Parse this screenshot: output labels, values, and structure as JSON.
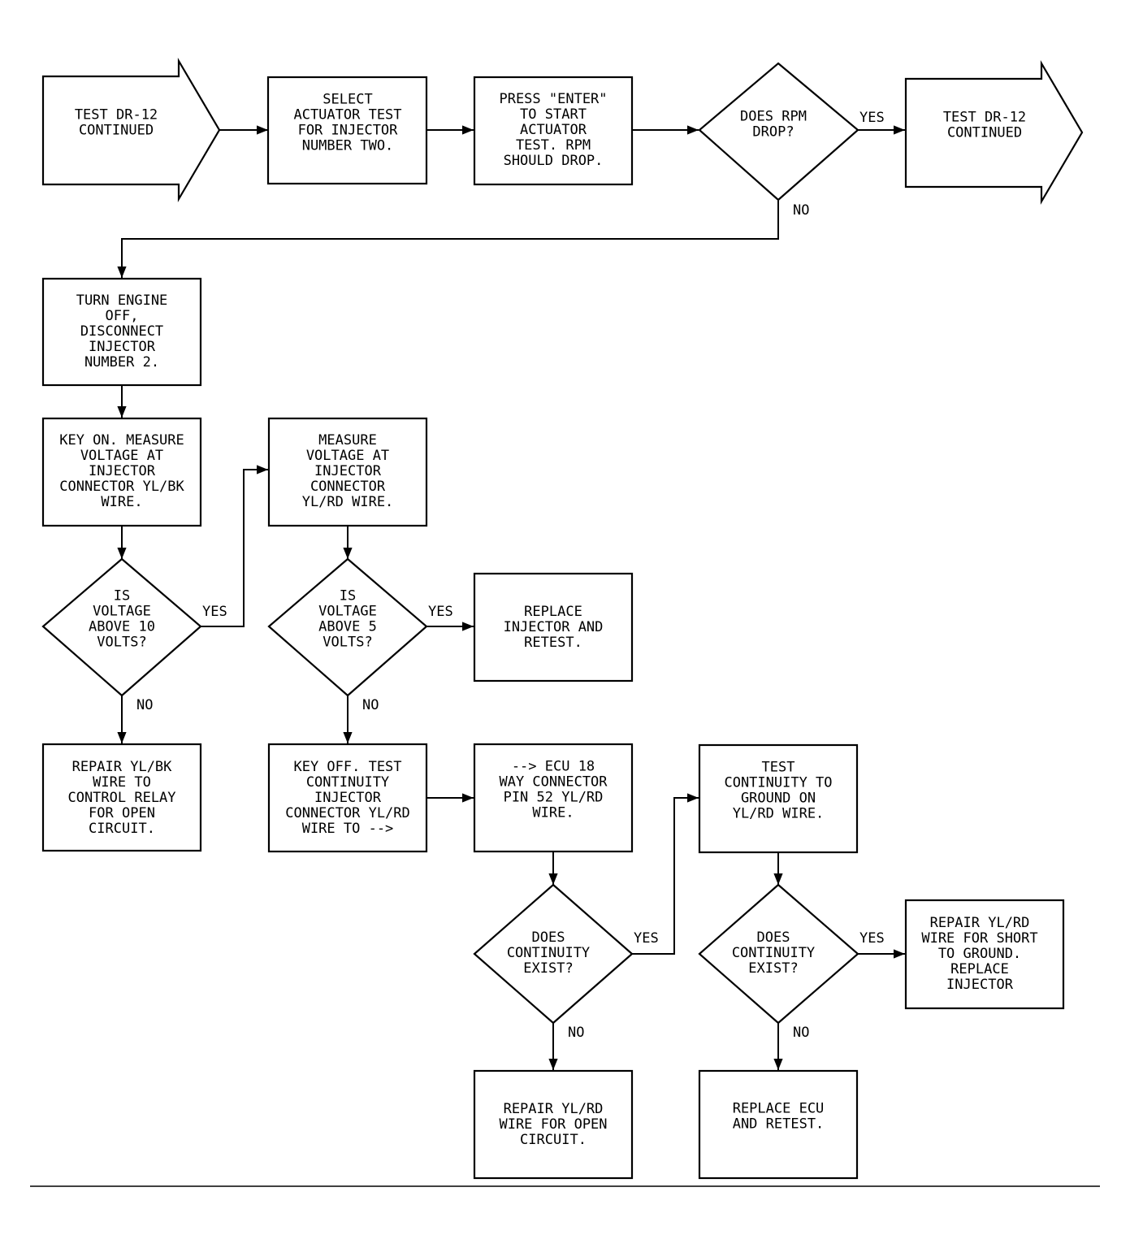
{
  "nodes": {
    "start": [
      "TEST DR-12",
      "CONTINUED"
    ],
    "select": [
      "SELECT",
      "ACTUATOR TEST",
      "FOR INJECTOR",
      "NUMBER TWO."
    ],
    "press": [
      "PRESS \"ENTER\"",
      "TO START",
      "ACTUATOR",
      "TEST. RPM",
      "SHOULD DROP."
    ],
    "rpm_drop": [
      "DOES RPM",
      "DROP?"
    ],
    "end": [
      "TEST DR-12",
      "CONTINUED"
    ],
    "turn_off": [
      "TURN ENGINE",
      "OFF,",
      "DISCONNECT",
      "INJECTOR",
      "NUMBER 2."
    ],
    "key_on": [
      "KEY ON. MEASURE",
      "VOLTAGE AT",
      "INJECTOR",
      "CONNECTOR YL/BK",
      "WIRE."
    ],
    "measure": [
      "MEASURE",
      "VOLTAGE AT",
      "INJECTOR",
      "CONNECTOR",
      "YL/RD WIRE."
    ],
    "volt10": [
      "IS",
      "VOLTAGE",
      "ABOVE 10",
      "VOLTS?"
    ],
    "volt5": [
      "IS",
      "VOLTAGE",
      "ABOVE 5",
      "VOLTS?"
    ],
    "replace_inj": [
      "REPLACE",
      "INJECTOR AND",
      "RETEST."
    ],
    "repair_bk": [
      "REPAIR YL/BK",
      "WIRE TO",
      "CONTROL RELAY",
      "FOR OPEN",
      "CIRCUIT."
    ],
    "key_off": [
      "KEY OFF. TEST",
      "CONTINUITY",
      "INJECTOR",
      "CONNECTOR YL/RD",
      "WIRE TO -->"
    ],
    "ecu": [
      "--> ECU 18",
      "WAY CONNECTOR",
      "PIN 52 YL/RD",
      "WIRE."
    ],
    "test_ground": [
      "TEST",
      "CONTINUITY TO",
      "GROUND ON",
      "YL/RD WIRE."
    ],
    "cont1": [
      "DOES",
      "CONTINUITY",
      "EXIST?"
    ],
    "cont2": [
      "DOES",
      "CONTINUITY",
      "EXIST?"
    ],
    "repair_short": [
      "REPAIR YL/RD",
      "WIRE FOR SHORT",
      "TO GROUND.",
      "REPLACE",
      "INJECTOR"
    ],
    "repair_open": [
      "REPAIR YL/RD",
      "WIRE FOR OPEN",
      "CIRCUIT."
    ],
    "replace_ecu": [
      "REPLACE ECU",
      "AND RETEST."
    ]
  },
  "edge_labels": {
    "rpm_yes": "YES",
    "rpm_no": "NO",
    "v10_yes": "YES",
    "v10_no": "NO",
    "v5_yes": "YES",
    "v5_no": "NO",
    "c1_yes": "YES",
    "c1_no": "NO",
    "c2_yes": "YES",
    "c2_no": "NO"
  }
}
